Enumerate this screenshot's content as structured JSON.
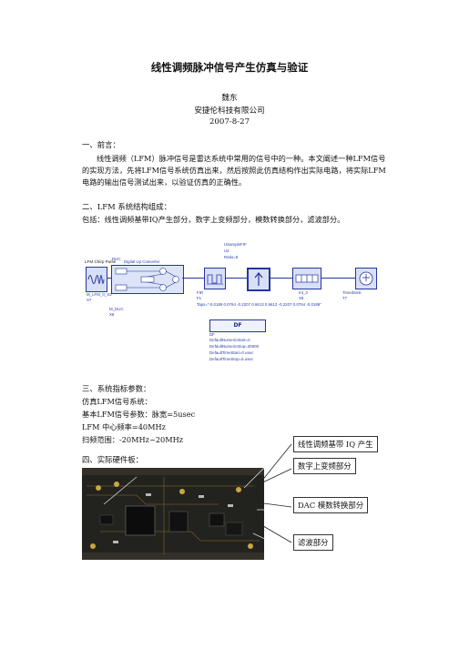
{
  "doc": {
    "title": "线性调频脉冲信号产生仿真与验证",
    "author": "魏东",
    "company": "安捷伦科技有限公司",
    "date": "2007-8-27"
  },
  "sections": {
    "s1_heading": "一、前言：",
    "s1_para": "线性调频（LFM）脉冲信号是雷达系统中常用的信号中的一种。本文阐述一种LFM信号的实现方法，先将LFM信号系统仿真出来，然后按照此仿真结构作出实际电路，将实际LFM电路的输出信号测试出来，以验证仿真的正确性。",
    "s2_heading": "二、LFM 系统结构组成：",
    "s2_para": "包括：线性调频基带IQ产生部分，数字上变频部分，模数转换部分，滤波部分。",
    "s3_heading": "三、系统指标参数：",
    "s3_lines": [
      "仿真LFM信号系统：",
      "基本LFM信号参数：脉宽=5usec",
      "LFM 中心频率=40MHz",
      "扫频范围：-20MHz~20MHz"
    ],
    "s4_heading": "四、实际硬件板："
  },
  "diagram": {
    "src_top": "LFM    Chirp   Pulse",
    "src_name": "M_LFM_0_X3",
    "src_id": "X7",
    "duc_top": "DUC",
    "duc_title": "Digital Up Converter",
    "duc_name": "M_DUC",
    "duc_id": "X8",
    "up_name": "USampleFIF",
    "up_id": "U2",
    "up_param": "Ratio=5",
    "fir_name": "FIR",
    "fir_id": "F1",
    "taps": "Taps=\"-0.0189 0.0764 -0.2207 0.6613 0.6613 -0.2207 0.0764 -0.0189\"",
    "int_name": "Int_3",
    "int_id": "X9",
    "sink_name": "TimedSink",
    "sink_id": "T7",
    "df_label": "DF",
    "df_name": "DF",
    "df_params": [
      "DefaultNumericStart=0",
      "DefaultNumericStop=30000",
      "DefaultTimeStart=0 usec",
      "DefaultTimeStop=5 usec"
    ]
  },
  "callouts": [
    "线性调频基带 IQ 产生",
    "数字上变频部分",
    "DAC 模数转换部分",
    "滤波部分"
  ]
}
